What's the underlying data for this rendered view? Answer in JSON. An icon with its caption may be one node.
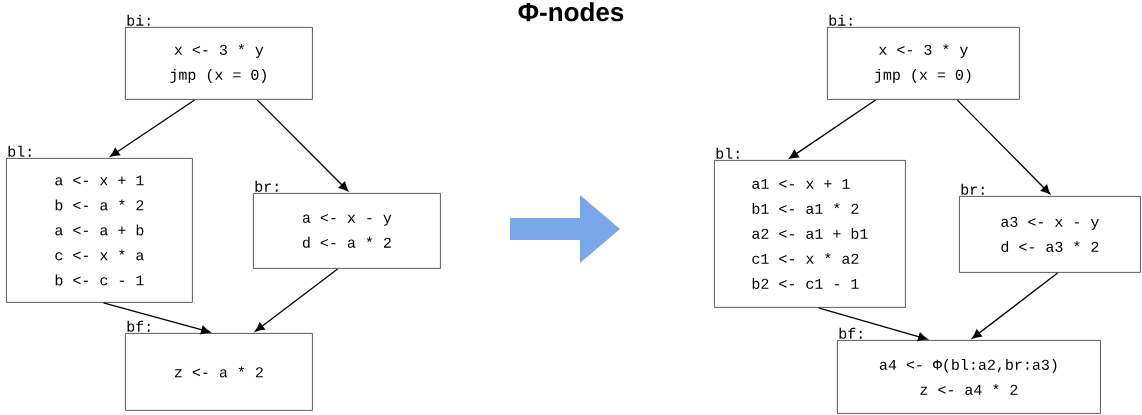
{
  "diagram": {
    "title": "Φ-nodes",
    "nodes": [
      {
        "text": [
          "bi:",
          "x <- 3 * y",
          "jmp (x = 0)"
        ]
      },
      {
        "text": [
          "bl:",
          "a <- x + 1",
          "b <- a * 2",
          "a <- a + b",
          "c <- x * a",
          "b <- c - 1"
        ]
      },
      {
        "text": [
          "br:",
          "a <- x - y",
          "d <- a * 2"
        ]
      },
      {
        "text": [
          "bf:",
          "z <- a * 2"
        ]
      },
      {
        "text": [
          "bi:",
          "x <- 3 * y",
          "jmp (x = 0)"
        ]
      },
      {
        "text": [
          "bl:",
          "a1 <- x + 1",
          "b1 <- a1 * 2",
          "a2 <- a1 + b1",
          "c1 <- x * a2",
          "b2 <- c1 - 1"
        ]
      },
      {
        "text": [
          "br:",
          "a3 <- x - y",
          "d <- a3 * 2"
        ]
      },
      {
        "text": [
          "bf:",
          "a4 <- Φ(bl:a2,br:a3)",
          "z <- a4 * 2"
        ]
      }
    ],
    "edges": [
      {
        "from": 0,
        "to": 1,
        "arrow": "to"
      },
      {
        "from": 0,
        "to": 2,
        "arrow": "to"
      },
      {
        "from": 1,
        "to": 3,
        "arrow": "to"
      },
      {
        "from": 2,
        "to": 3,
        "arrow": "to"
      },
      {
        "from": 4,
        "to": 5,
        "arrow": "to"
      },
      {
        "from": 4,
        "to": 6,
        "arrow": "to"
      },
      {
        "from": 5,
        "to": 7,
        "arrow": "to"
      },
      {
        "from": 6,
        "to": 7,
        "arrow": "to"
      }
    ]
  }
}
